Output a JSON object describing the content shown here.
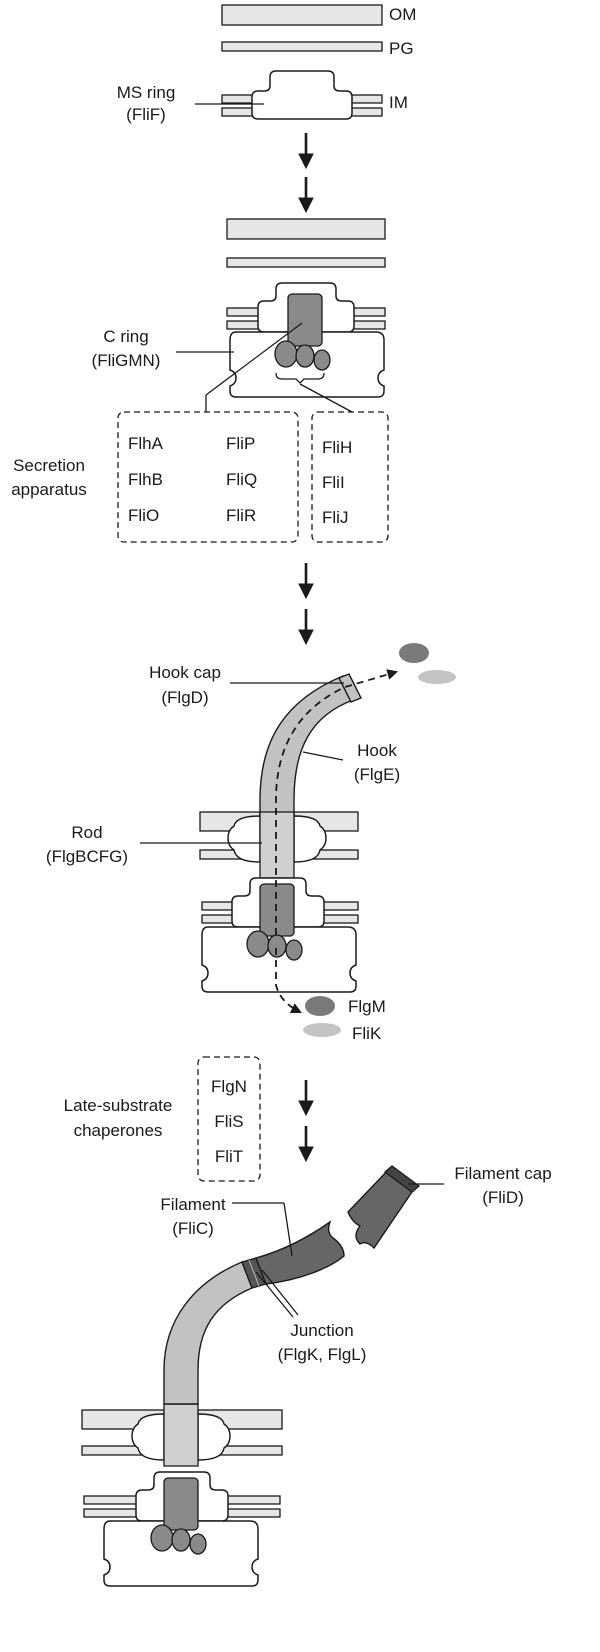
{
  "colors": {
    "membrane": "#e6e6e6",
    "outline": "#1a1a1a",
    "dark_protein": "#7a7a7a",
    "light_protein": "#c4c4c4",
    "filament_dark": "#666666",
    "hook_gray": "#c2c2c2",
    "rod_gray": "#d0d0d0",
    "background": "#ffffff"
  },
  "stage1": {
    "om_label": "OM",
    "pg_label": "PG",
    "im_label": "IM",
    "ms_ring_label": [
      "MS ring",
      "(FliF)"
    ]
  },
  "stage2": {
    "c_ring_label": [
      "C ring",
      "(FliGMN)"
    ],
    "secretion_label": [
      "Secretion",
      "apparatus"
    ],
    "box_left": {
      "col1": [
        "FlhA",
        "FlhB",
        "FliO"
      ],
      "col2": [
        "FliP",
        "FliQ",
        "FliR"
      ]
    },
    "box_right": [
      "FliH",
      "FliI",
      "FliJ"
    ]
  },
  "stage3": {
    "hook_cap_label": [
      "Hook cap",
      "(FlgD)"
    ],
    "hook_label": [
      "Hook",
      "(FlgE)"
    ],
    "rod_label": [
      "Rod",
      "(FlgBCFG)"
    ],
    "flgm_label": "FlgM",
    "flik_label": "FliK"
  },
  "stage4": {
    "chaperones_label": [
      "Late-substrate",
      "chaperones"
    ],
    "chaperones_box": [
      "FlgN",
      "FliS",
      "FliT"
    ],
    "filament_label": [
      "Filament",
      "(FliC)"
    ],
    "filament_cap_label": [
      "Filament cap",
      "(FliD)"
    ],
    "junction_label": [
      "Junction",
      "(FlgK, FlgL)"
    ]
  }
}
